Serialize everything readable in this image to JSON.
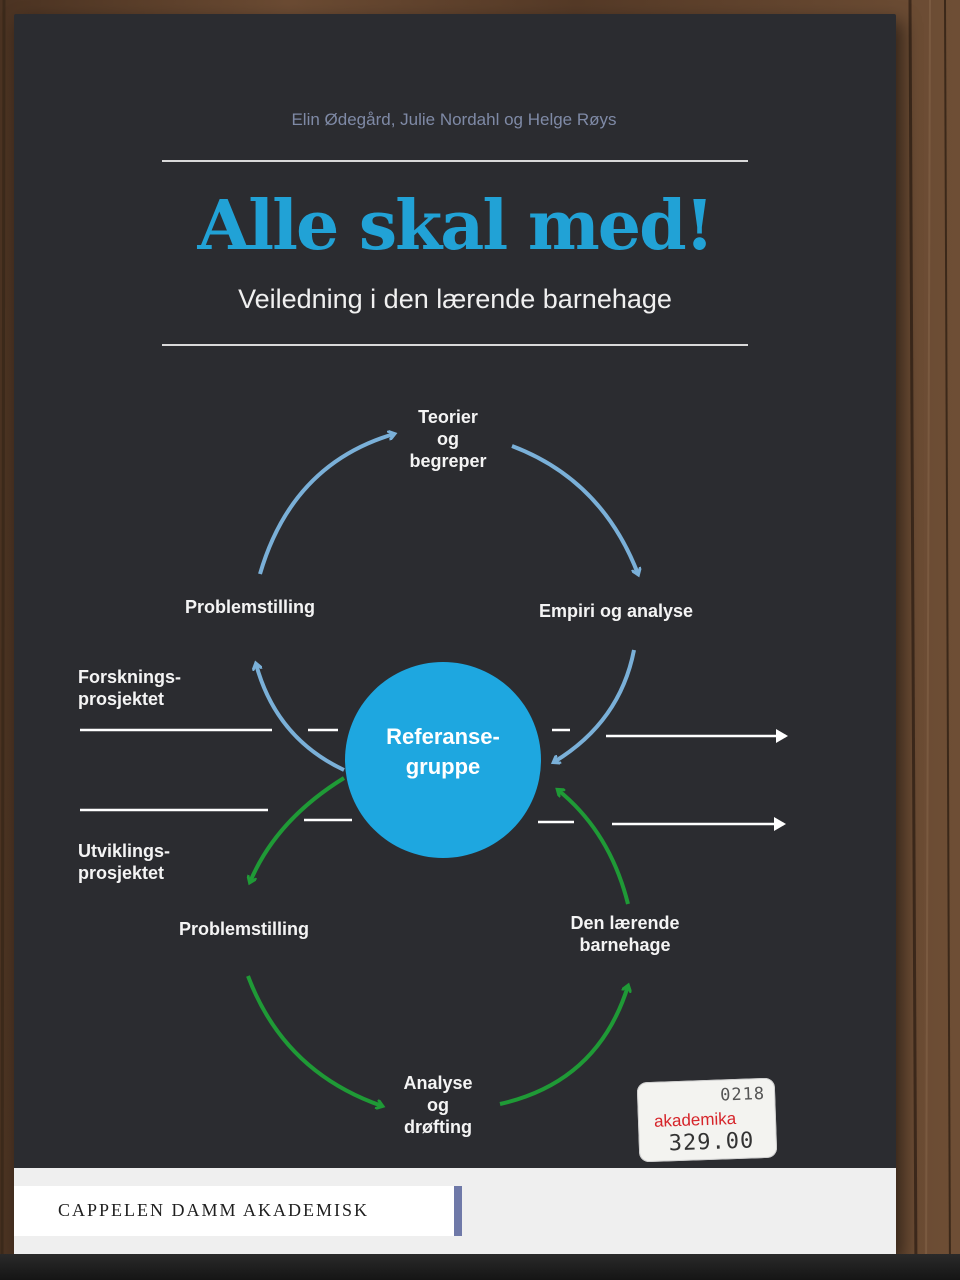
{
  "cover": {
    "authors": "Elin Ødegård, Julie Nordahl og Helge Røys",
    "title": "Alle skal med!",
    "subtitle": "Veiledning i den lærende barnehage",
    "publisher": "CAPPELEN DAMM AKADEMISK"
  },
  "diagram": {
    "top_node_lines": [
      "Teorier",
      "og",
      "begreper"
    ],
    "upper_right": "Empiri og analyse",
    "upper_left": "Problemstilling",
    "research_label_lines": [
      "Forsknings-",
      "prosjektet"
    ],
    "center_lines": [
      "Referanse-",
      "gruppe"
    ],
    "development_label_lines": [
      "Utviklings-",
      "prosjektet"
    ],
    "lower_left": "Problemstilling",
    "lower_right_lines": [
      "Den lærende",
      "barnehage"
    ],
    "bottom_node_lines": [
      "Analyse",
      "og",
      "drøfting"
    ]
  },
  "sticker": {
    "code": "0218",
    "brand": "akademika",
    "price": "329.00"
  },
  "colors": {
    "cover_background": "#2b2c30",
    "title": "#21a2d6",
    "center_circle": "#1ea7e0",
    "upper_cycle_arrows": "#7ab0d8",
    "lower_cycle_arrows": "#1f9a36",
    "authors_text": "#7f8aa6"
  }
}
